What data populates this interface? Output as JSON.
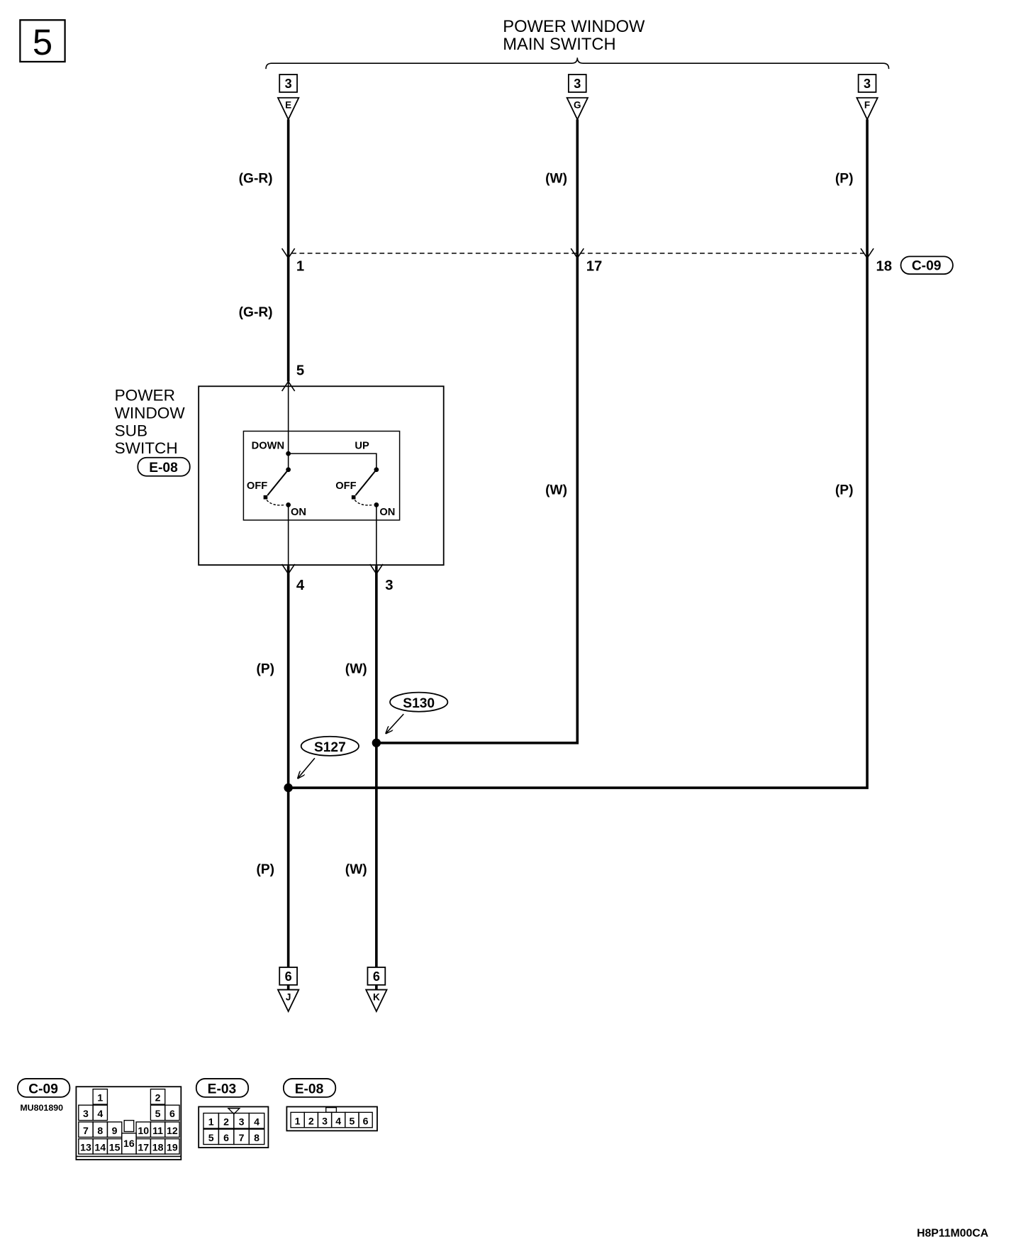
{
  "sheet_number": "5",
  "main_switch": {
    "line1": "POWER WINDOW",
    "line2": "MAIN SWITCH"
  },
  "from_connectors": [
    {
      "sheet": "3",
      "terminal": "E"
    },
    {
      "sheet": "3",
      "terminal": "G"
    },
    {
      "sheet": "3",
      "terminal": "F"
    }
  ],
  "to_connectors": [
    {
      "sheet": "6",
      "terminal": "J"
    },
    {
      "sheet": "6",
      "terminal": "K"
    }
  ],
  "wire_colors": {
    "left_upper": "(G-R)",
    "center_upper": "(W)",
    "right_upper": "(P)",
    "left_middle": "(G-R)",
    "center_middle": "(W)",
    "right_middle": "(P)",
    "pin4_upper": "(P)",
    "pin3_upper": "(W)",
    "pin4_lower": "(P)",
    "pin3_lower": "(W)"
  },
  "junction_connector": {
    "id": "C-09",
    "pins": [
      "1",
      "17",
      "18"
    ]
  },
  "sub_switch": {
    "label": [
      "POWER",
      "WINDOW",
      "SUB",
      "SWITCH"
    ],
    "connector": "E-08",
    "pin_input": "5",
    "pin_down_output": "4",
    "pin_up_output": "3",
    "down_label": "DOWN",
    "up_label": "UP",
    "off_label": "OFF",
    "on_label": "ON"
  },
  "splices": [
    "S130",
    "S127"
  ],
  "connector_views": {
    "c09": {
      "id": "C-09",
      "part_number": "MU801890",
      "pins": [
        "1",
        "2",
        "3",
        "4",
        "5",
        "6",
        "7",
        "8",
        "9",
        "10",
        "11",
        "12",
        "13",
        "14",
        "15",
        "16",
        "17",
        "18",
        "19"
      ]
    },
    "e03": {
      "id": "E-03",
      "pins": [
        "1",
        "2",
        "3",
        "4",
        "5",
        "6",
        "7",
        "8"
      ]
    },
    "e08": {
      "id": "E-08",
      "pins": [
        "1",
        "2",
        "3",
        "4",
        "5",
        "6"
      ]
    }
  },
  "diagram_code": "H8P11M00CA",
  "colors": {
    "ink": "#000000",
    "background": "#ffffff"
  }
}
